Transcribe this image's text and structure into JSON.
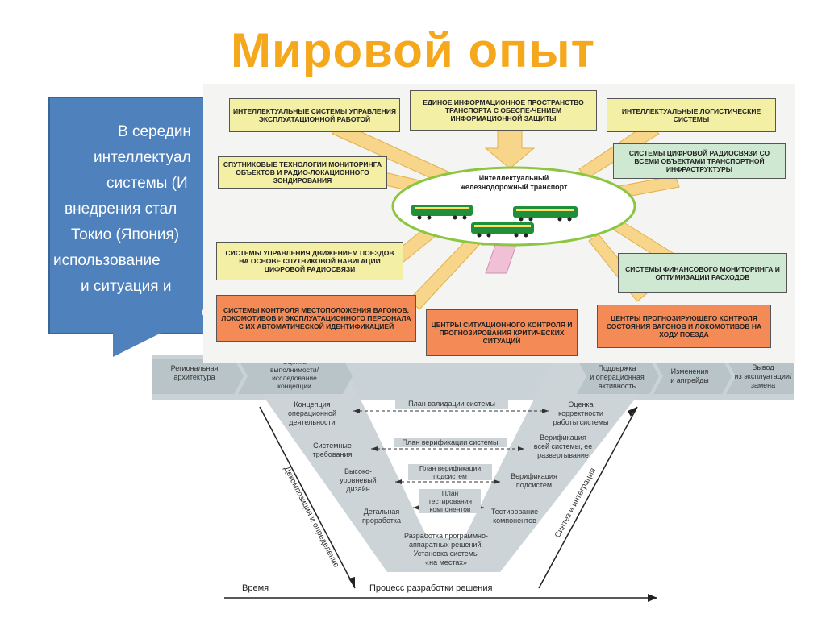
{
  "title": "Мировой опыт",
  "callout": {
    "lines": [
      "В середин",
      "интеллектуал",
      "системы (И",
      "внедрения стал",
      "Токио (Япония)",
      "использование",
      "и ситуация и",
      "с"
    ]
  },
  "panel": {
    "center_label": "Интеллектуальный железнодорожный транспорт",
    "boxes": {
      "b1": "Интеллектуальные системы управления эксплуатационной работой",
      "b2": "Единое информационное пространство транспорта с обеспе-чением информационной защиты",
      "b3": "Интеллектуальные логистические системы",
      "b4": "Спутниковые технологии мониторинга объектов и радио-локационного зондирования",
      "b5": "Системы цифровой радиосвязи со всеми объектами транспортной инфраструктуры",
      "b6": "Системы управления движением поездов на основе спутниковой навигации цифровой радиосвязи",
      "b7": "Системы финансового мониторинга и оптимизации расходов",
      "b8": "Системы контроля местоположения вагонов, локомотивов и эксплуатационного персонала с их автоматической идентификацией",
      "b9": "Центры ситуационного контроля и прогнозирования критических ситуаций",
      "b10": "Центры прогнозирующего контроля состояния вагонов и локомотивов на ходу поезда"
    },
    "colors": {
      "yellow": "#f3efa5",
      "green": "#cfe8d2",
      "orange": "#f48a55",
      "arrow": "#f7d58a"
    }
  },
  "vmodel": {
    "top": {
      "t1": "Региональная\nархитектура",
      "t2": "Оценка\nвыполнимости/\nисследование\nконцепции",
      "t3": "Поддержка\nи операционная\nактивность",
      "t4": "Изменения\nи апгрейды",
      "t5": "Вывод\nиз эксплуатации/\nзамена"
    },
    "left": {
      "l1": "Концепция\nоперационной\nдеятельности",
      "l2": "Системные\nтребования",
      "l3": "Высоко-\nуровневый\nдизайн",
      "l4": "Детальная\nпроработка"
    },
    "right": {
      "r1": "Оценка\nкорректности\nработы системы",
      "r2": "Верификация\nвсей системы, ее\nразвертывание",
      "r3": "Верификация\nподсистем",
      "r4": "Тестирование\nкомпонентов"
    },
    "bottom": "Разработка программно-\nаппаратных решений.\nУстановка системы\n«на местах»",
    "plans": {
      "p1": "План валидации системы",
      "p2": "План верификации системы",
      "p3": "План верификации\nподсистем",
      "p4": "План\nтестирования\nкомпонентов"
    },
    "left_axis": "Декомпозиция и определение",
    "right_axis": "Синтез и интеграция",
    "time": "Время",
    "process": "Процесс разработки решения"
  }
}
